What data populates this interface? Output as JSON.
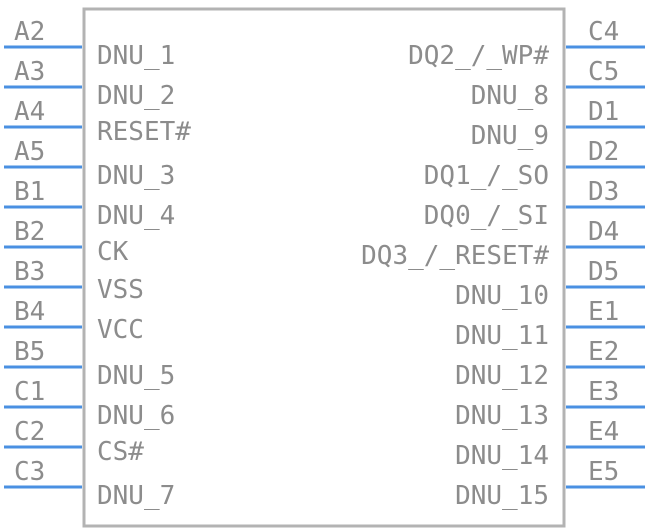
{
  "colors": {
    "body_outline": "#b3b3b3",
    "pin_line": "#4a90e2",
    "text": "#8c8c8c",
    "background": "#ffffff"
  },
  "component": {
    "left_pins": [
      {
        "number": "A2",
        "name": "DNU_1"
      },
      {
        "number": "A3",
        "name": "DNU_2"
      },
      {
        "number": "A4",
        "name": "RESET#"
      },
      {
        "number": "A5",
        "name": "DNU_3"
      },
      {
        "number": "B1",
        "name": "DNU_4"
      },
      {
        "number": "B2",
        "name": "CK"
      },
      {
        "number": "B3",
        "name": "VSS"
      },
      {
        "number": "B4",
        "name": "VCC"
      },
      {
        "number": "B5",
        "name": "DNU_5"
      },
      {
        "number": "C1",
        "name": "DNU_6"
      },
      {
        "number": "C2",
        "name": "CS#"
      },
      {
        "number": "C3",
        "name": "DNU_7"
      }
    ],
    "right_pins": [
      {
        "number": "C4",
        "name": "DQ2_/_WP#"
      },
      {
        "number": "C5",
        "name": "DNU_8"
      },
      {
        "number": "D1",
        "name": "DNU_9"
      },
      {
        "number": "D2",
        "name": "DQ1_/_SO"
      },
      {
        "number": "D3",
        "name": "DQ0_/_SI"
      },
      {
        "number": "D4",
        "name": "DQ3_/_RESET#"
      },
      {
        "number": "D5",
        "name": "DNU_10"
      },
      {
        "number": "E1",
        "name": "DNU_11"
      },
      {
        "number": "E2",
        "name": "DNU_12"
      },
      {
        "number": "E3",
        "name": "DNU_13"
      },
      {
        "number": "E4",
        "name": "DNU_14"
      },
      {
        "number": "E5",
        "name": "DNU_15"
      }
    ]
  }
}
